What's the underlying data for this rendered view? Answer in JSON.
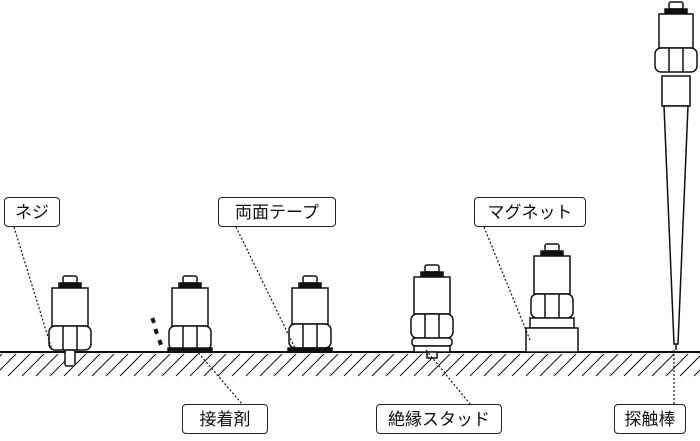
{
  "labels": {
    "screw": "ネジ",
    "double_sided_tape": "両面テープ",
    "magnet": "マグネット",
    "adhesive": "接着剤",
    "insulated_stud": "絶縁スタッド",
    "probe": "探触棒"
  }
}
